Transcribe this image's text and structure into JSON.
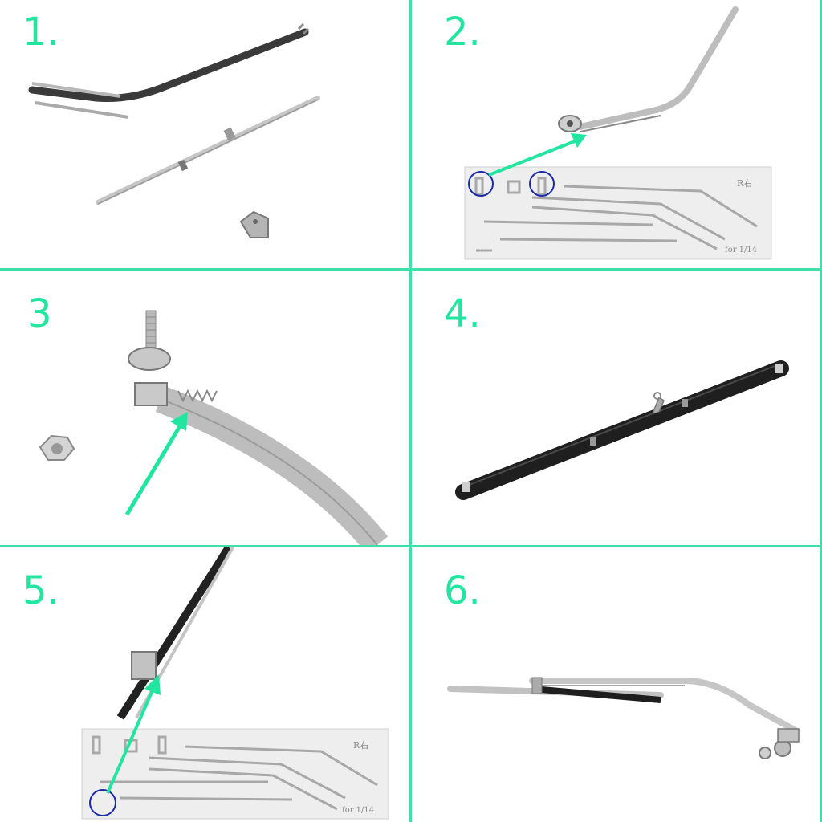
{
  "colors": {
    "accent": "#22e6a0",
    "divider": "#3fe0a8",
    "circle": "#1a2aa8",
    "metal": "#c9c9c9",
    "blade": "#222222"
  },
  "steps": [
    {
      "number": "1.",
      "icon": "wiper-parts-photo"
    },
    {
      "number": "2.",
      "icon": "wiper-arm-and-etched-sheet-photo"
    },
    {
      "number": "3",
      "icon": "spring-and-bolt-photo"
    },
    {
      "number": "4.",
      "icon": "wiper-blade-photo"
    },
    {
      "number": "5.",
      "icon": "blade-mount-and-etched-sheet-photo"
    },
    {
      "number": "6.",
      "icon": "assembled-wiper-photo"
    }
  ],
  "sheet": {
    "side_mark": "R右",
    "scale_note": "for 1/14"
  }
}
